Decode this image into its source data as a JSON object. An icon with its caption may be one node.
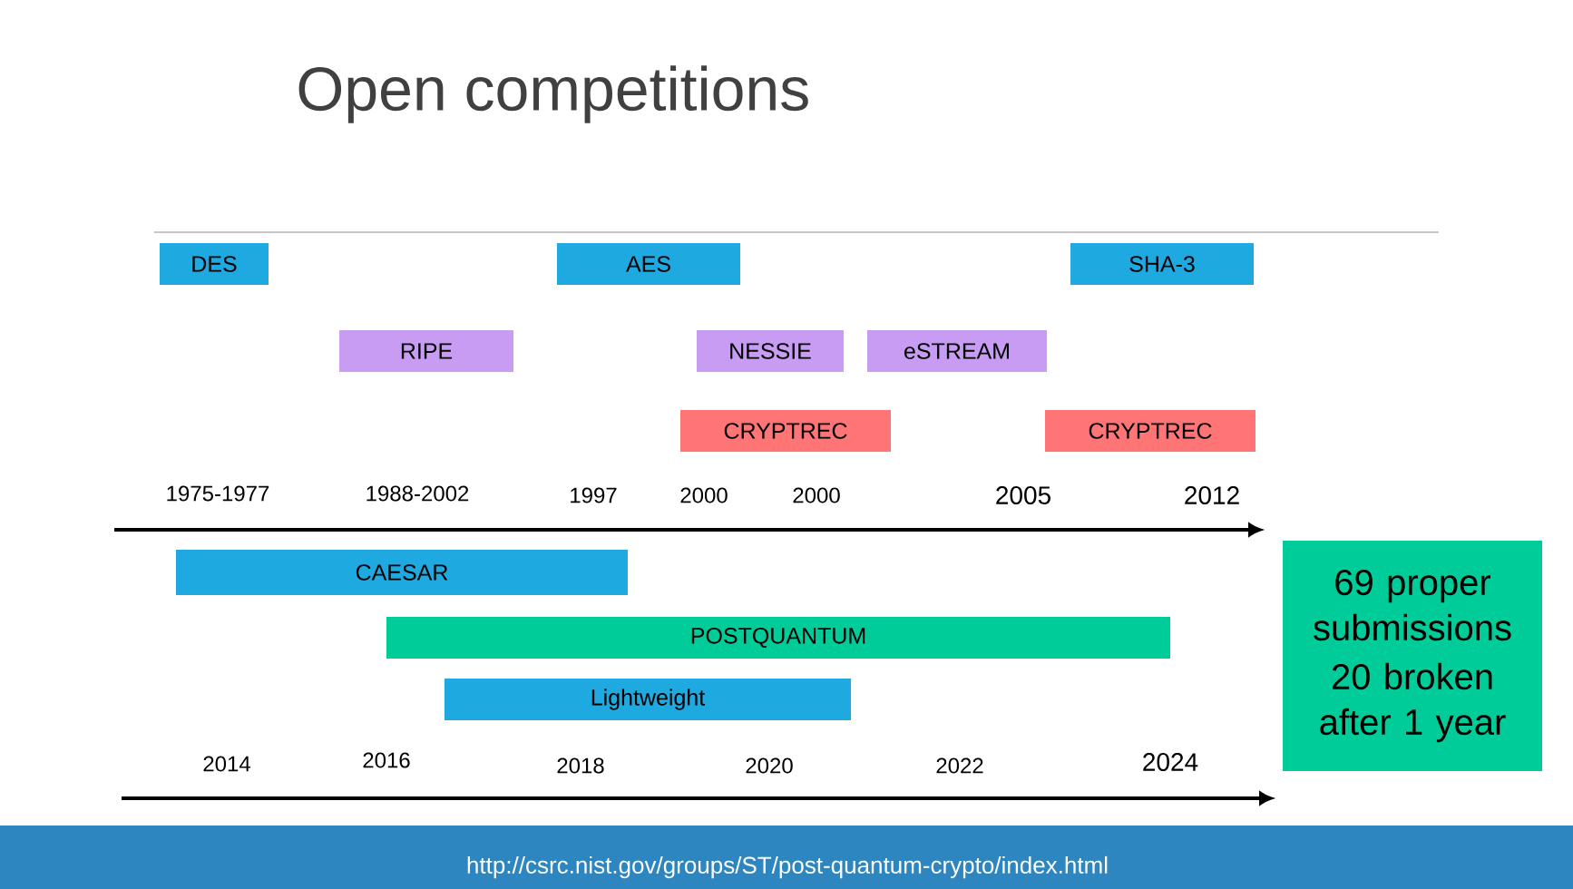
{
  "diagram": {
    "title": "Open competitions",
    "nodes": [
      {
        "text": [
          "DES"
        ]
      },
      {
        "text": [
          "AES"
        ]
      },
      {
        "text": [
          "SHA-3"
        ]
      },
      {
        "text": [
          "RIPE"
        ]
      },
      {
        "text": [
          "NESSIE"
        ]
      },
      {
        "text": [
          "eSTREAM"
        ]
      },
      {
        "text": [
          "CRYPTREC"
        ]
      },
      {
        "text": [
          "CRYPTREC"
        ]
      },
      {
        "text": [
          "CAESAR"
        ]
      },
      {
        "text": [
          "POSTQUANTUM"
        ]
      },
      {
        "text": [
          "Lightweight"
        ]
      },
      {
        "text": [
          "69 proper submissions",
          "20 broken after 1 year"
        ]
      }
    ],
    "edges": [],
    "labels": [
      "1975-1977",
      "1988-2002",
      "1997",
      "2000",
      "2000",
      "2005",
      "2012",
      "2014",
      "2016",
      "2018",
      "2020",
      "2022",
      "2024",
      "http://csrc.nist.gov/groups/ST/post-quantum-crypto/index.html"
    ]
  }
}
